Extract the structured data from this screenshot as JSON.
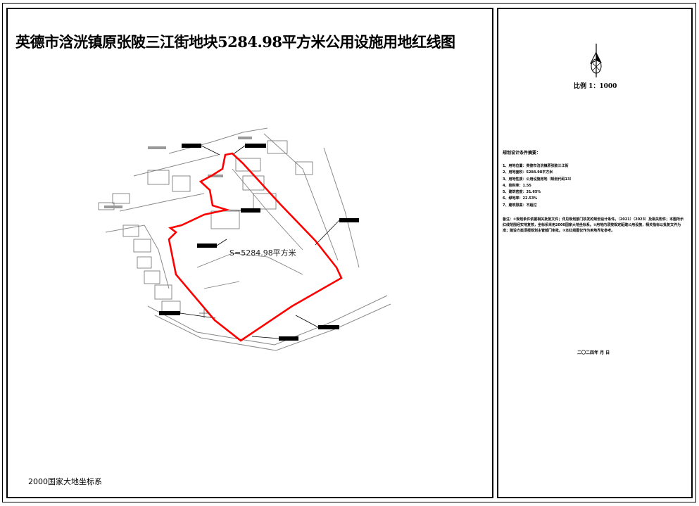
{
  "title": "英德市浛洸镇原张陂三江街地块5284.98平方米公用设施用地红线图",
  "coordinate_system": "2000国家大地坐标系",
  "area_label": "S=5284.98平方米",
  "scale_label": "比例  1：1000",
  "spec_heading": "规划设计条件摘要：",
  "spec_items": [
    "1、用地位置：英德市浛洸镇原张陂三江街",
    "2、用地面积：5284.98平方米",
    "3、用地性质：公用设施用地（规划代码13）",
    "4、容积率：1.55",
    "5、建筑密度：31.65%",
    "6、绿地率：22.53%",
    "7、建筑限高：不超过"
  ],
  "notes": "备注：①规划条件依据相关批复文件；详见规划部门核发的规划设计条件。（2021）（2023）及相关附件；本图所示红线范围经实地复核，坐标系采用2000国家大地坐标系。②用地内须按规定配建公用设施，相关指标以批复文件为准；建设方案须报规划主管部门审批。③本红线图仅作为用地界址参考。",
  "date": "二〇二四年  月  日",
  "colors": {
    "boundary": "#ff0000",
    "ink": "#000000",
    "topo": "#7a7a7a"
  },
  "icons": [
    "north-arrow-icon",
    "control-point-icon"
  ]
}
